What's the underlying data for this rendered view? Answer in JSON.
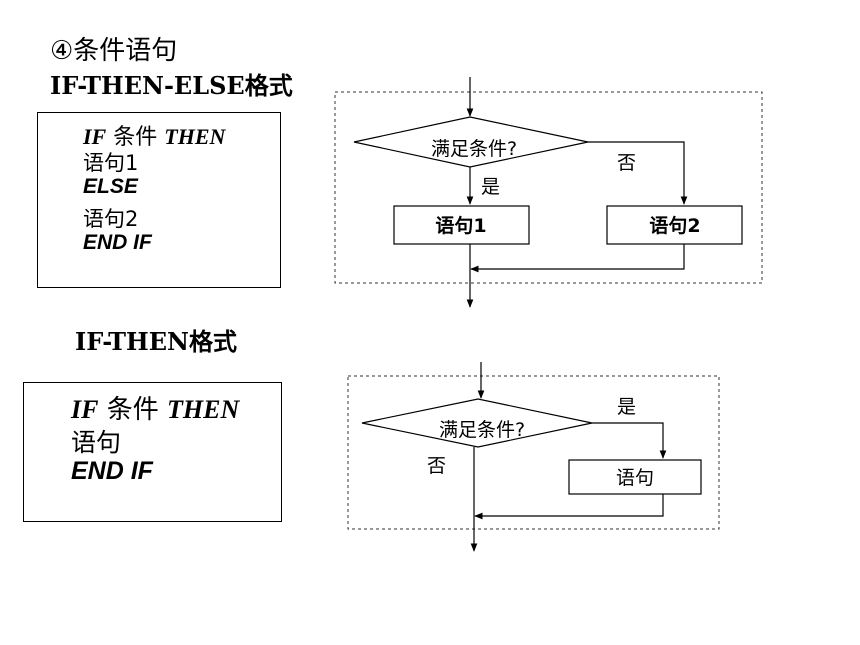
{
  "title": "④条件语句",
  "section1": {
    "heading": "IF-THEN-ELSE格式",
    "code": {
      "if_kw": "IF",
      "condition": "条件",
      "then_kw": "THEN",
      "stmt1": "语句1",
      "else_kw": "ELSE",
      "stmt2": "语句2",
      "endif_kw": "END IF"
    },
    "flow": {
      "decision": "满足条件?",
      "yes": "是",
      "no": "否",
      "box1": "语句1",
      "box2": "语句2"
    }
  },
  "section2": {
    "heading": "IF-THEN格式",
    "code": {
      "if_kw": "IF",
      "condition": "条件",
      "then_kw": "THEN",
      "stmt": "语句",
      "endif_kw": "END IF"
    },
    "flow": {
      "decision": "满足条件?",
      "yes": "是",
      "no": "否",
      "box": "语句"
    }
  }
}
